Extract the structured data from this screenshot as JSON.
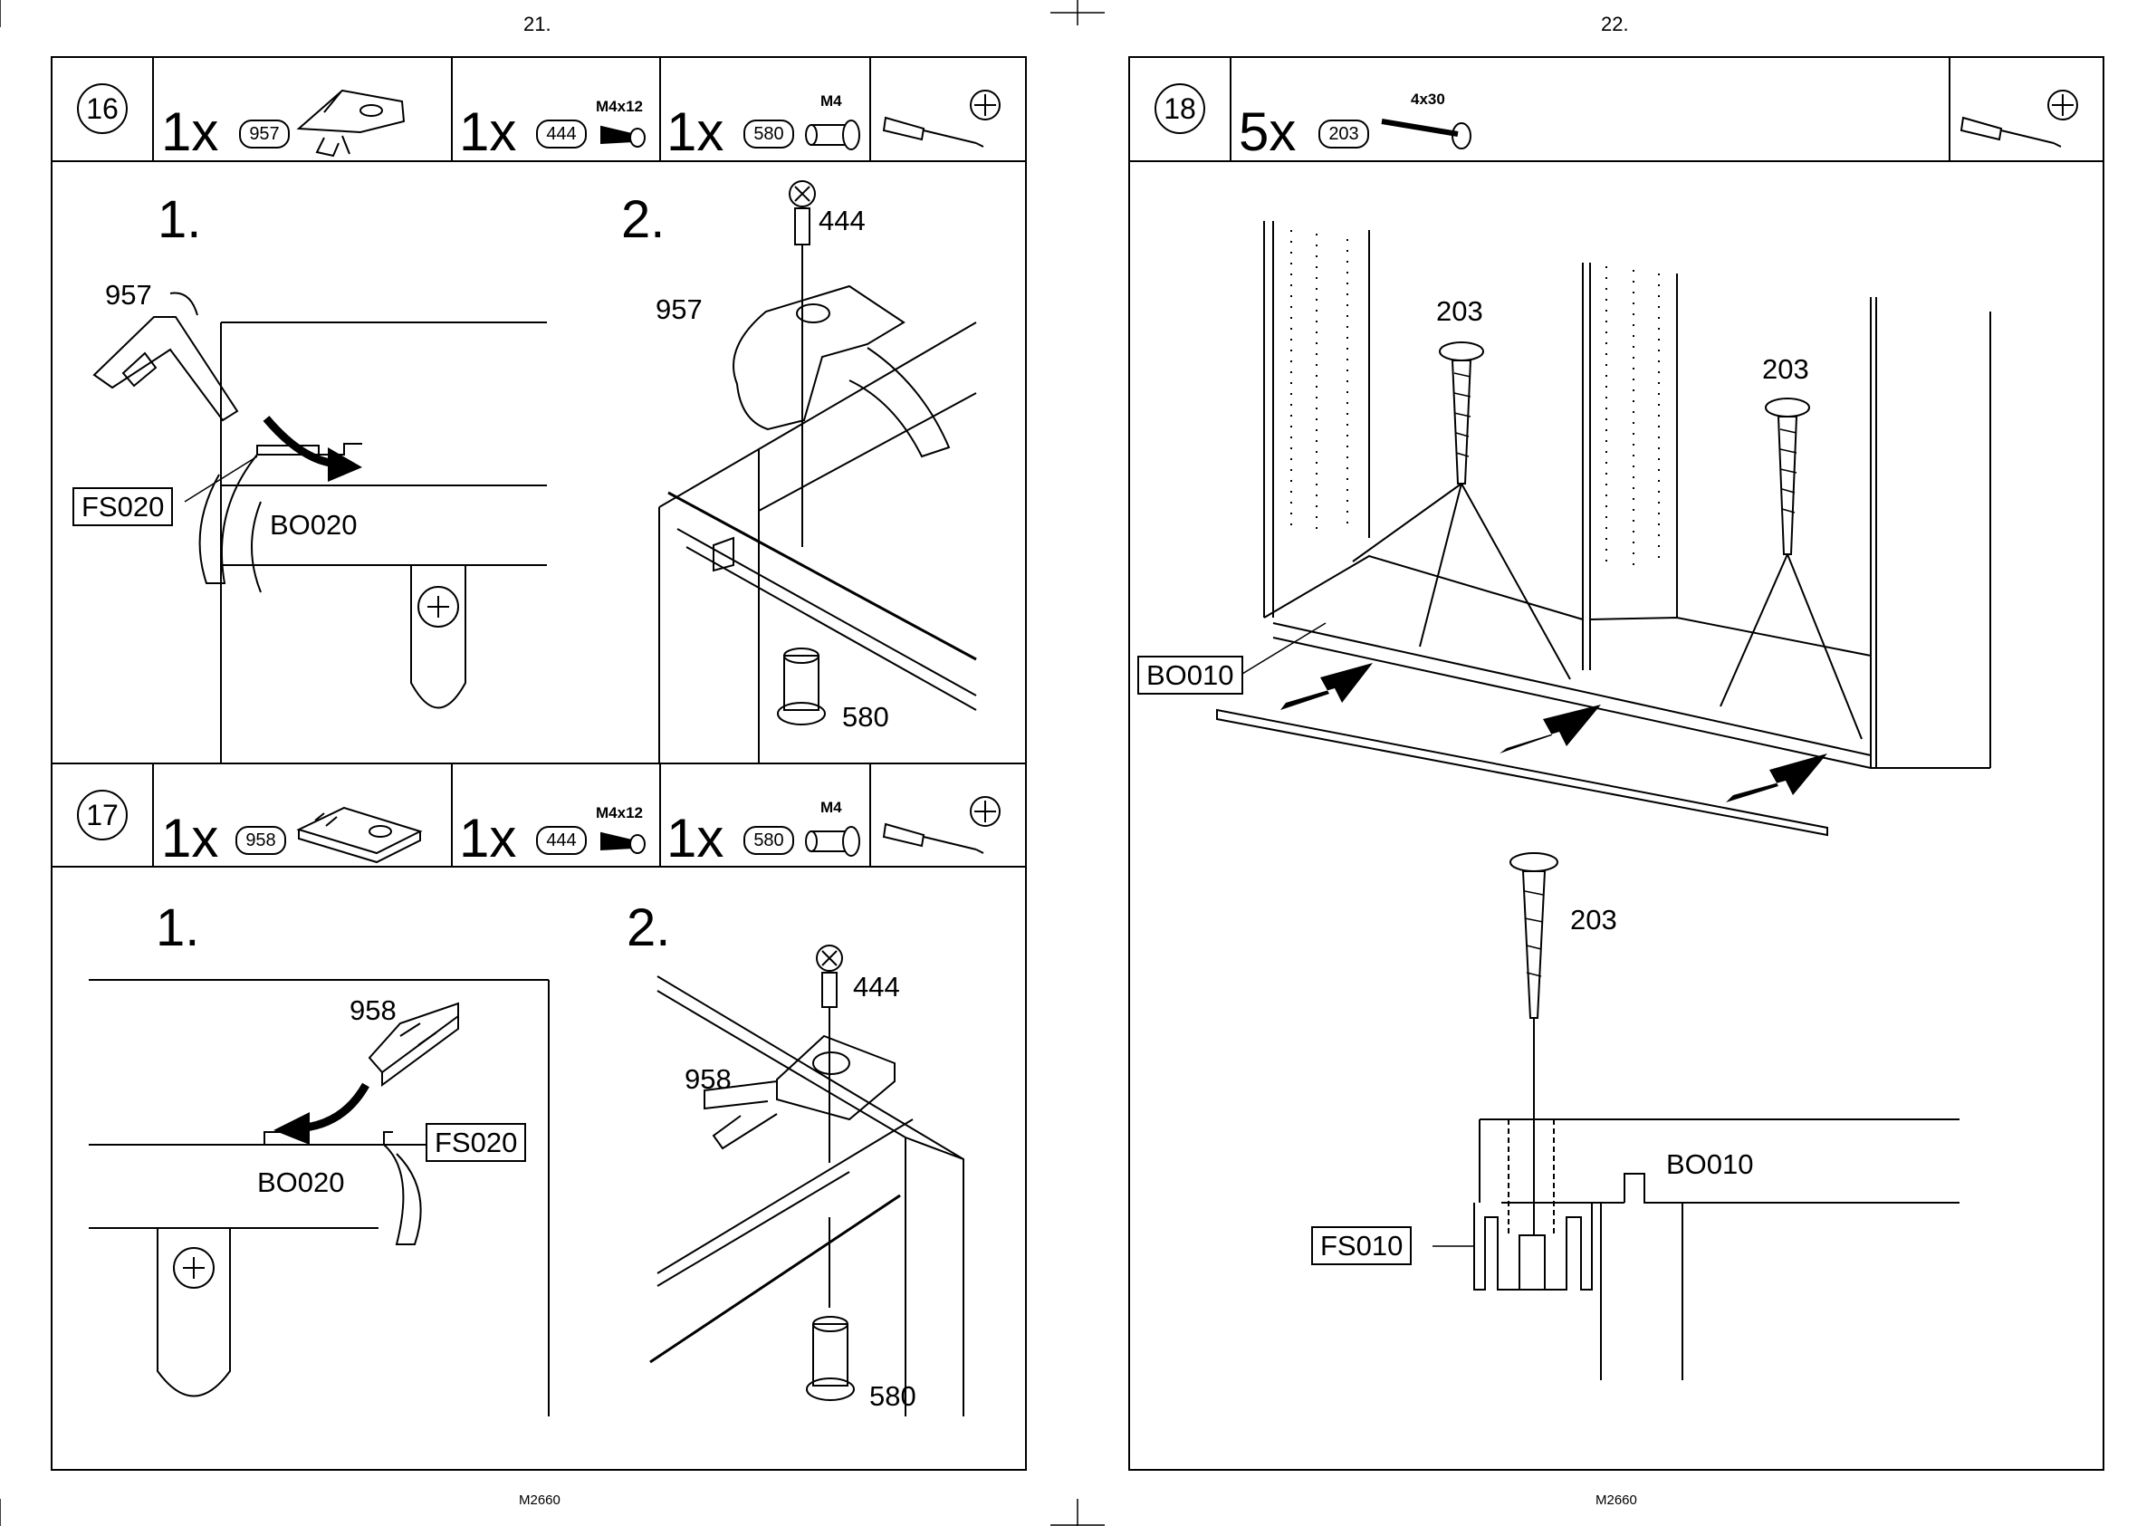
{
  "pages": {
    "left_number": "21.",
    "right_number": "22.",
    "left_footer": "M2660",
    "right_footer": "M2660"
  },
  "step16": {
    "number": "16",
    "parts": [
      {
        "qty": "1x",
        "code": "957",
        "spec": ""
      },
      {
        "qty": "1x",
        "code": "444",
        "spec": "M4x12"
      },
      {
        "qty": "1x",
        "code": "580",
        "spec": "M4"
      }
    ],
    "sub1": "1.",
    "sub2": "2.",
    "labels": {
      "clip": "957",
      "fs": "FS020",
      "bo": "BO020",
      "screw": "444",
      "clip2": "957",
      "bolt": "580"
    }
  },
  "step17": {
    "number": "17",
    "parts": [
      {
        "qty": "1x",
        "code": "958",
        "spec": ""
      },
      {
        "qty": "1x",
        "code": "444",
        "spec": "M4x12"
      },
      {
        "qty": "1x",
        "code": "580",
        "spec": "M4"
      }
    ],
    "sub1": "1.",
    "sub2": "2.",
    "labels": {
      "clip": "958",
      "fs": "FS020",
      "bo": "BO020",
      "screw": "444",
      "clip2": "958",
      "bolt": "580"
    }
  },
  "step18": {
    "number": "18",
    "parts": [
      {
        "qty": "5x",
        "code": "203",
        "spec": "4x30"
      }
    ],
    "labels": {
      "screw_a": "203",
      "screw_b": "203",
      "screw_c": "203",
      "bo_top": "BO010",
      "bo_detail": "BO010",
      "fs": "FS010"
    }
  },
  "tools": [
    "screwdriver-icon",
    "phillips-icon"
  ]
}
